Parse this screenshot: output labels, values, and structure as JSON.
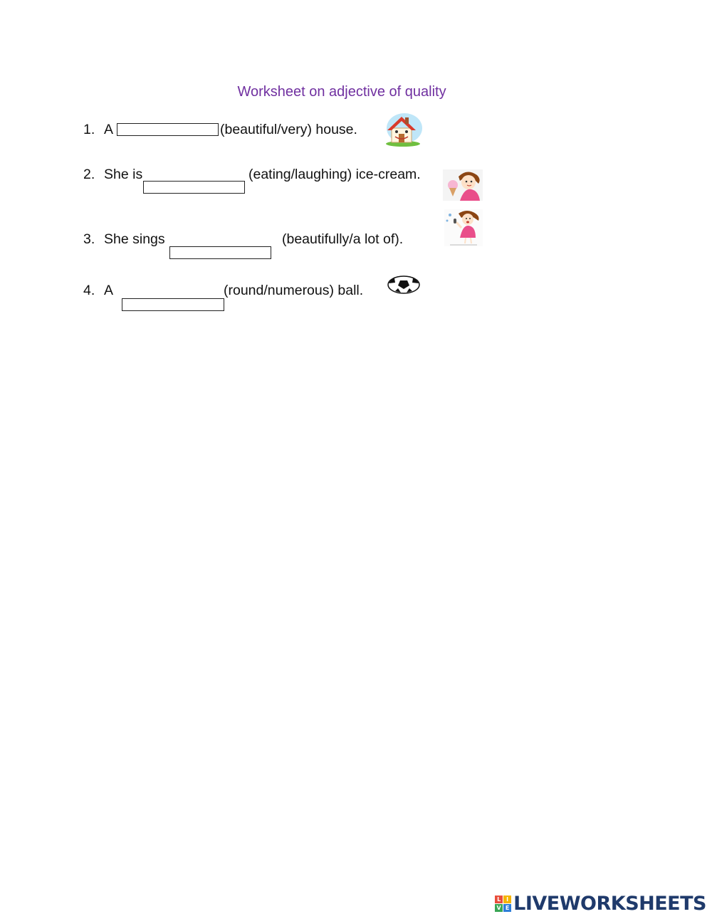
{
  "title": "Worksheet on adjective of quality",
  "questions": [
    {
      "number": "1.",
      "before": "A",
      "after": "(beautiful/very) house.",
      "answer": "",
      "image": "house-icon"
    },
    {
      "number": "2.",
      "before": "She is",
      "after": "(eating/laughing) ice-cream.",
      "answer": "",
      "image": "girl-ice-cream-icon"
    },
    {
      "number": "3.",
      "before": "She sings",
      "after": "(beautifully/a lot of).",
      "answer": "",
      "image": "girl-singing-icon"
    },
    {
      "number": "4.",
      "before": "A",
      "after": "(round/numerous) ball.",
      "answer": "",
      "image": "soccer-ball-icon"
    }
  ],
  "brand": {
    "name": "LIVEWORKSHEETS",
    "logo_letters": [
      "L",
      "I",
      "V",
      "E"
    ],
    "logo_colors": [
      "#e94e3c",
      "#f5b400",
      "#3aa655",
      "#2e7ed8"
    ],
    "text_color": "#1f3a6b"
  },
  "colors": {
    "title": "#7030a0",
    "text": "#111111"
  }
}
